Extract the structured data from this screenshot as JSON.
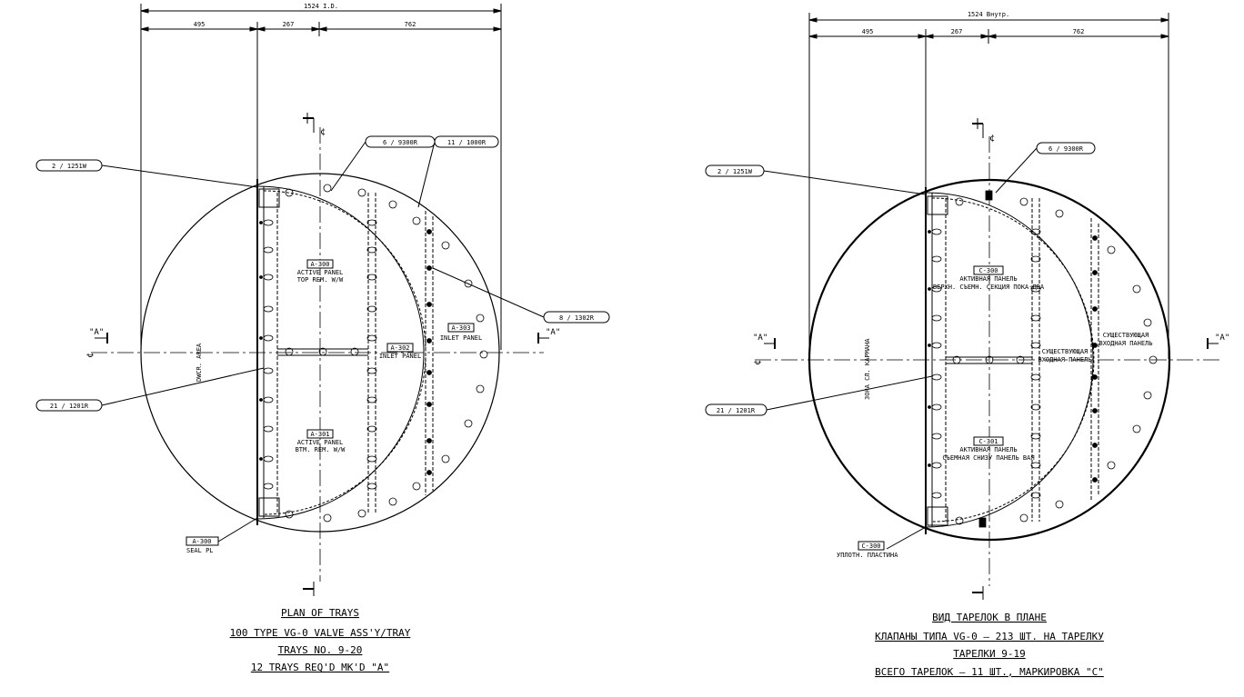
{
  "left": {
    "dims": {
      "overall": "1524 I.D.",
      "seg1": "495",
      "seg2": "267",
      "seg3": "762"
    },
    "tags": {
      "t1": "2 / 1251W",
      "t2": "6 / 9300R",
      "t3": "11 / 1000R",
      "t4": "8 / 1302R",
      "t5": "21 / 1201R",
      "seal": "A-300"
    },
    "panels": {
      "top_tag": "A-300",
      "top_l1": "ACTIVE PANEL",
      "top_l2": "TOP REM. W/W",
      "bot_tag": "A-301",
      "bot_l1": "ACTIVE PANEL",
      "bot_l2": "BTM. REM. W/W",
      "inlet_r_tag": "A-303",
      "inlet_r": "INLET PANEL",
      "inlet_c_tag": "A-302",
      "inlet_c": "INLET PANEL"
    },
    "downcomer": "DWCR. AREA",
    "seal_label": "SEAL PL",
    "section_a": "\"A\"",
    "cl": "¢",
    "caption": [
      "PLAN OF TRAYS",
      "100 TYPE VG-0 VALVE ASS'Y/TRAY",
      "TRAYS NO. 9-20",
      "12 TRAYS REQ'D MK'D \"A\""
    ]
  },
  "right": {
    "dims": {
      "overall": "1524 Внутр.",
      "seg1": "495",
      "seg2": "267",
      "seg3": "762"
    },
    "tags": {
      "t1": "2 / 1251W",
      "t2": "6 / 9300R",
      "t5": "21 / 1201R",
      "seal": "C-300"
    },
    "panels": {
      "top_tag": "C-300",
      "top_l1": "АКТИВНАЯ ПАНЕЛЬ",
      "top_l2": "ВЕРХН. СЪЕМН. СЕКЦИЯ ПОКА-ДВА",
      "bot_tag": "C-301",
      "bot_l1": "АКТИВНАЯ ПАНЕЛЬ",
      "bot_l2": "СЪЕМНАЯ СНИЗУ ПАНЕЛЬ ВАЯ",
      "inlet_r1": "СУЩЕСТВУЮЩАЯ",
      "inlet_r2": "ВХОДНАЯ ПАНЕЛЬ",
      "inlet_c1": "СУЩЕСТВУЮЩАЯ",
      "inlet_c2": "ВХОДНАЯ ПАНЕЛЬ"
    },
    "downcomer": "ЗОНА СЛ. КАРМАНА",
    "seal_label": "УПЛОТН. ПЛАСТИНА",
    "section_a": "\"A\"",
    "cl": "¢",
    "caption": [
      "ВИД ТАРЕЛОК В ПЛАНЕ",
      "КЛАПАНЫ ТИПА VG-0 – 213 ШТ. НА ТАРЕЛКУ",
      "ТАРЕЛКИ 9-19",
      "ВСЕГО ТАРЕЛОК – 11 ШТ., МАРКИРОВКА \"С\""
    ]
  }
}
